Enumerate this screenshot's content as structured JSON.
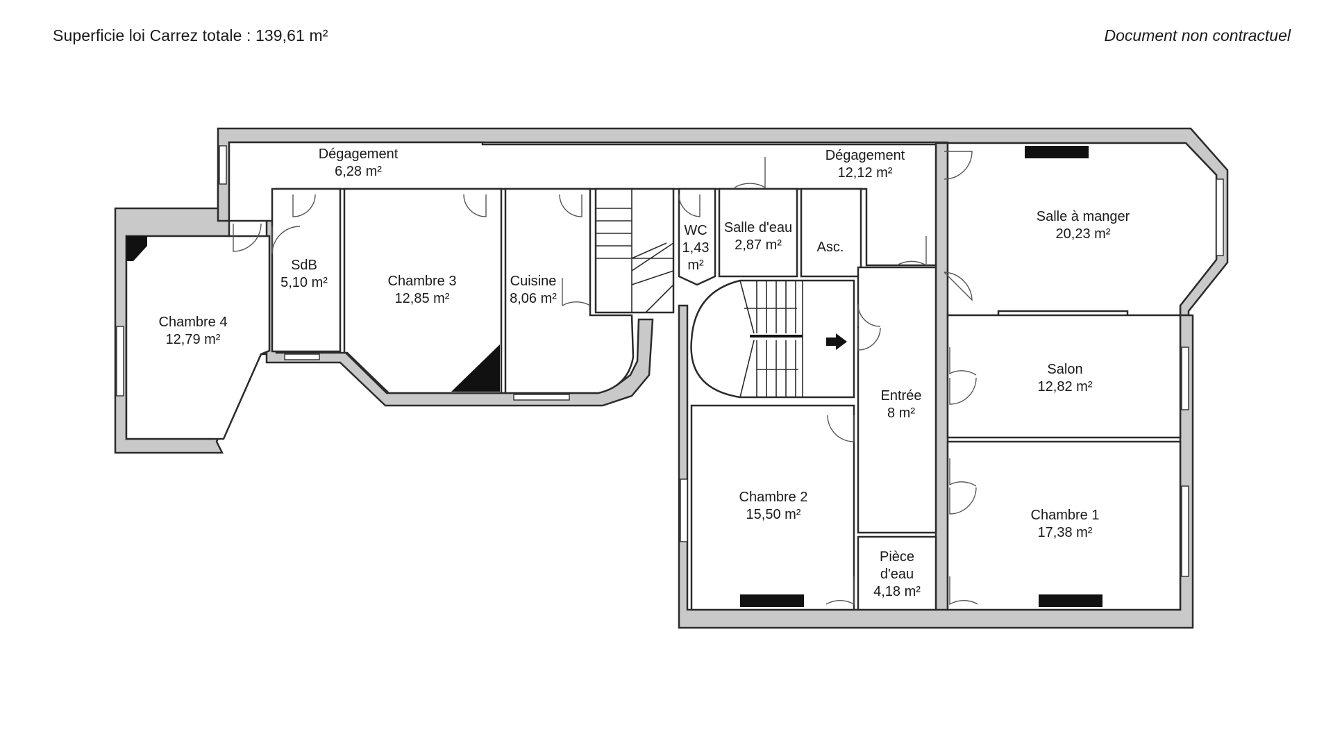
{
  "header": {
    "total_area": "Superficie loi Carrez totale : 139,61 m²",
    "disclaimer": "Document non contractuel"
  },
  "rooms": {
    "degagement_1": {
      "name": "Dégagement",
      "area": "6,28 m²"
    },
    "degagement_2": {
      "name": "Dégagement",
      "area": "12,12 m²"
    },
    "chambre_4": {
      "name": "Chambre 4",
      "area": "12,79 m²"
    },
    "sdb": {
      "name": "SdB",
      "area": "5,10 m²"
    },
    "chambre_3": {
      "name": "Chambre 3",
      "area": "12,85 m²"
    },
    "cuisine": {
      "name": "Cuisine",
      "area": "8,06 m²"
    },
    "wc": {
      "name": "WC",
      "area_value": "1,43",
      "area_unit": "m²"
    },
    "salle_deau": {
      "name": "Salle d'eau",
      "area": "2,87 m²"
    },
    "asc": {
      "name": "Asc."
    },
    "salle_a_manger": {
      "name": "Salle à manger",
      "area": "20,23 m²"
    },
    "salon": {
      "name": "Salon",
      "area": "12,82 m²"
    },
    "entree": {
      "name": "Entrée",
      "area": "8 m²"
    },
    "chambre_2": {
      "name": "Chambre  2",
      "area": "15,50 m²"
    },
    "chambre_1": {
      "name": "Chambre 1",
      "area": "17,38 m²"
    },
    "piece_deau": {
      "name_line1": "Pièce",
      "name_line2": "d'eau",
      "area": "4,18 m²"
    }
  },
  "colors": {
    "wall": "#c9c9c9",
    "line": "#2b2b2b",
    "fixture": "#111111"
  }
}
